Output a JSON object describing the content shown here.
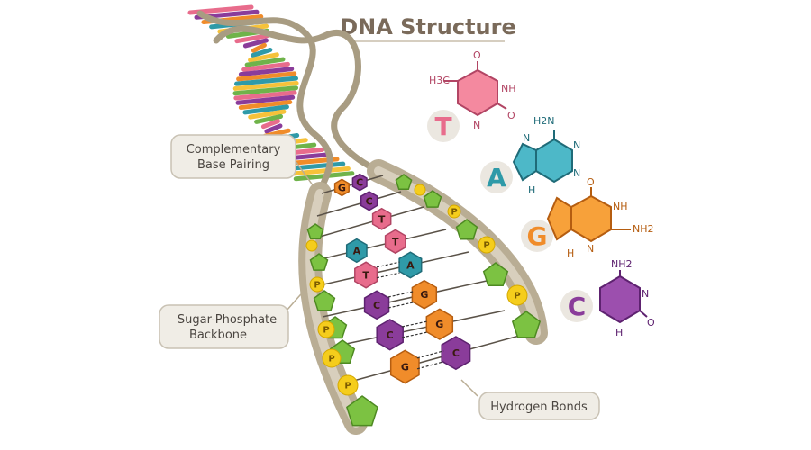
{
  "title": "DNA Structure",
  "callouts": {
    "pairing_line1": "Complementary",
    "pairing_line2": "Base Pairing",
    "backbone_line1": "Sugar-Phosphate",
    "backbone_line2": "Backbone",
    "bonds": "Hydrogen Bonds"
  },
  "bases": [
    {
      "letter": "T",
      "color": "#e86c8c"
    },
    {
      "letter": "A",
      "color": "#2f9aa8"
    },
    {
      "letter": "G",
      "color": "#f08c2a"
    },
    {
      "letter": "C",
      "color": "#8a3c9a"
    }
  ],
  "phosphate_label": "P",
  "atoms": {
    "methyl": "H3C",
    "o": "O",
    "nh": "NH",
    "n": "N",
    "h": "H",
    "h2n": "H2N",
    "nh2": "NH2"
  },
  "pairs": [
    {
      "left": "G",
      "right": "C"
    },
    {
      "left": "",
      "right": "C"
    },
    {
      "left": "",
      "right": "T"
    },
    {
      "left": "A",
      "right": "T"
    },
    {
      "left": "T",
      "right": "A"
    },
    {
      "left": "C",
      "right": "G"
    },
    {
      "left": "C",
      "right": "G"
    },
    {
      "left": "G",
      "right": "C"
    }
  ],
  "colors": {
    "backbone": "#b9ad94",
    "sugar": "#74b83c",
    "phosphate": "#f5cd1c",
    "callout_bg": "#f0ede6"
  }
}
